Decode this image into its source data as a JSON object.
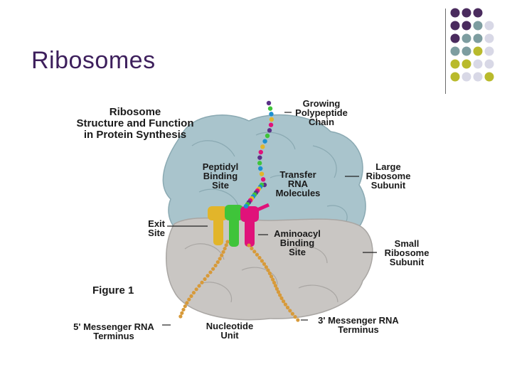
{
  "slide": {
    "title": "Ribosomes"
  },
  "decoration": {
    "dot_colors": {
      "purple": "#4a2b5e",
      "teal": "#7d9da0",
      "olive": "#b9ba2c",
      "lavender": "#d8d8e6"
    }
  },
  "figure": {
    "heading_lines": [
      "Ribosome",
      "Structure and Function",
      "in Protein Synthesis"
    ],
    "caption": "Figure 1",
    "labels": {
      "growing_chain": [
        "Growing",
        "Polypeptide",
        "Chain"
      ],
      "large_subunit": [
        "Large",
        "Ribosome",
        "Subunit"
      ],
      "peptidyl_site": [
        "Peptidyl",
        "Binding",
        "Site"
      ],
      "transfer_rna": [
        "Transfer",
        "RNA",
        "Molecules"
      ],
      "exit_site": [
        "Exit",
        "Site"
      ],
      "aminoacyl_site": [
        "Aminoacyl",
        "Binding",
        "Site"
      ],
      "small_subunit": [
        "Small",
        "Ribosome",
        "Subunit"
      ],
      "mrna_5": [
        "5' Messenger RNA",
        "Terminus"
      ],
      "nucleotide_unit": [
        "Nucleotide",
        "Unit"
      ],
      "mrna_3": [
        "3' Messenger RNA",
        "Terminus"
      ]
    },
    "colors": {
      "large_subunit": "#a9c4cc",
      "small_subunit": "#c9c6c3",
      "trna_yellow": "#e2b52a",
      "trna_green": "#3fc43a",
      "trna_magenta": "#e0127a",
      "mrna_bead": "#d79a3a"
    }
  }
}
